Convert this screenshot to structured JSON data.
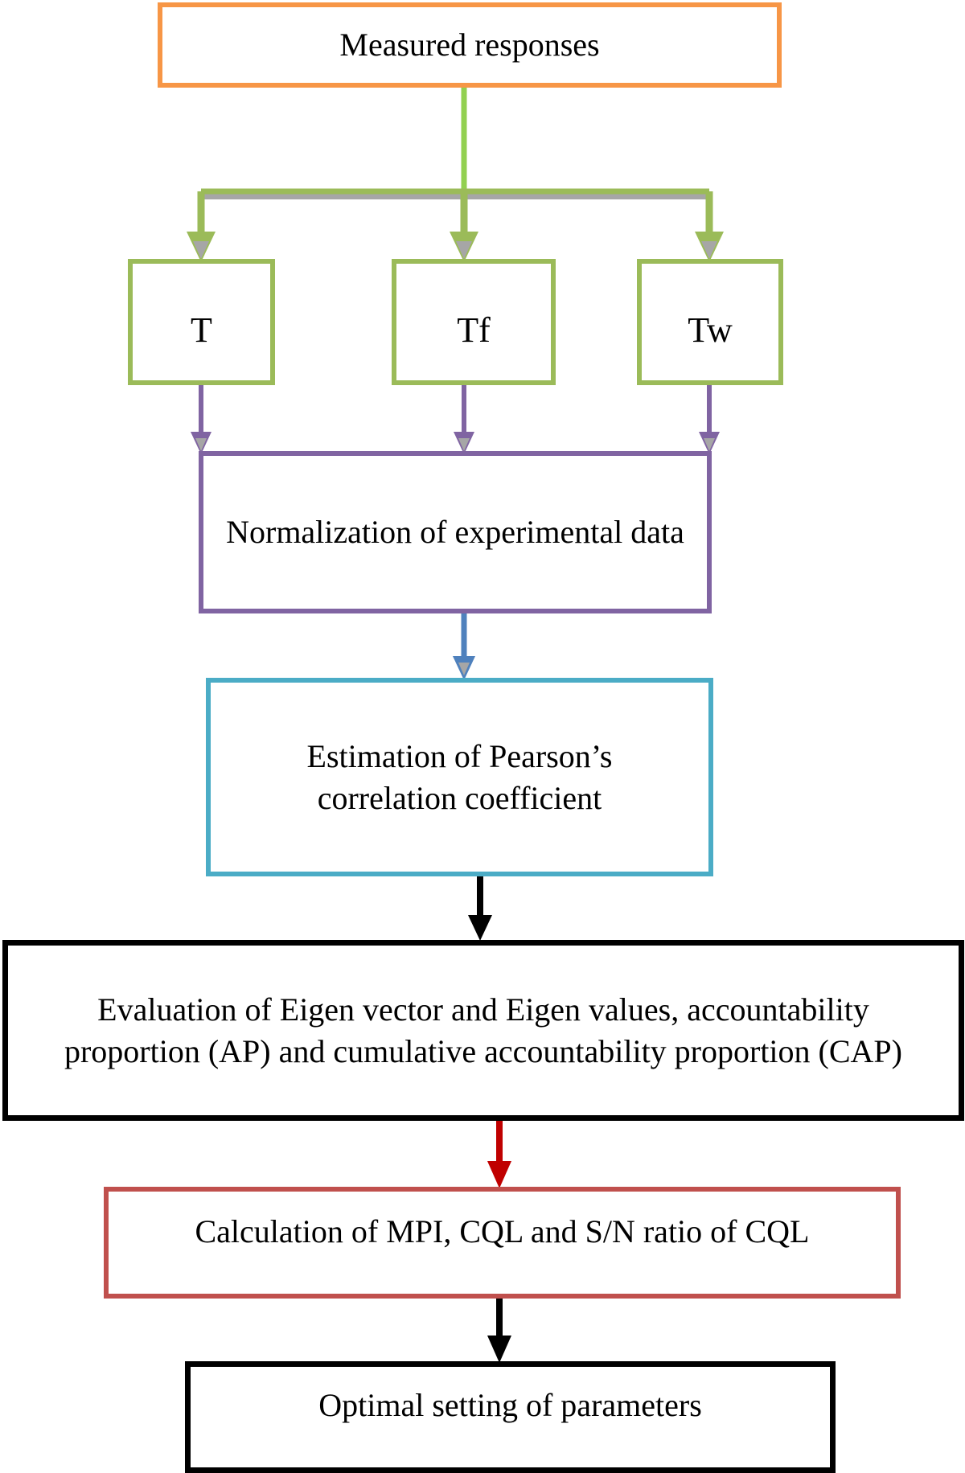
{
  "diagram": {
    "nodes": {
      "measured": {
        "label": "Measured responses"
      },
      "t": {
        "label": "T"
      },
      "tf": {
        "label": "Tf"
      },
      "tw": {
        "label": "Tw"
      },
      "normalization": {
        "label": "Normalization of experimental data"
      },
      "pearson": {
        "label": "Estimation of Pearson’s correlation coefficient"
      },
      "eigen": {
        "label": "Evaluation of Eigen vector and Eigen values, accountability proportion (AP) and cumulative accountability proportion (CAP)"
      },
      "mpi": {
        "label": "Calculation of MPI, CQL and S/N ratio of CQL"
      },
      "optimal": {
        "label": "Optimal setting of parameters"
      }
    },
    "edges": [
      {
        "from": "measured",
        "to": "t"
      },
      {
        "from": "measured",
        "to": "tf"
      },
      {
        "from": "measured",
        "to": "tw"
      },
      {
        "from": "t",
        "to": "normalization"
      },
      {
        "from": "tf",
        "to": "normalization"
      },
      {
        "from": "tw",
        "to": "normalization"
      },
      {
        "from": "normalization",
        "to": "pearson"
      },
      {
        "from": "pearson",
        "to": "eigen"
      },
      {
        "from": "eigen",
        "to": "mpi"
      },
      {
        "from": "mpi",
        "to": "optimal"
      }
    ],
    "colors": {
      "orange": "#F79646",
      "green": "#9BBB59",
      "bright_green": "#92D050",
      "gray": "#A6A6A6",
      "purple": "#8064A2",
      "blue": "#4F81BD",
      "cyan": "#4BACC6",
      "red": "#C0504D",
      "dark_red": "#C00000",
      "black": "#000000"
    }
  }
}
